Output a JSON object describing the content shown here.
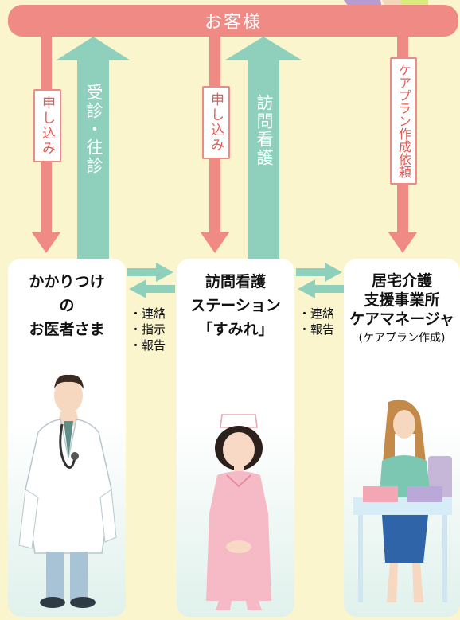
{
  "banner": {
    "label": "お客様"
  },
  "arrows": {
    "apply_left": "申し込み",
    "visit_doctor": "受診・往診",
    "apply_middle": "申し込み",
    "home_nursing": "訪問看護",
    "care_plan_request": "ケアプラン作成依頼"
  },
  "cards": {
    "doctor": {
      "lines": [
        "かかりつけ",
        "の",
        "お医者さま"
      ]
    },
    "station": {
      "lines": [
        "訪問看護",
        "ステーション",
        "「すみれ」"
      ]
    },
    "care_manager": {
      "lines": [
        "居宅介護",
        "支援事業所",
        "ケアマネージャ"
      ],
      "sub": "(ケアプラン作成)"
    }
  },
  "exchange_left": {
    "items": [
      "・連絡",
      "・指示",
      "・報告"
    ]
  },
  "exchange_right": {
    "items": [
      "・連絡",
      "・報告"
    ]
  },
  "colors": {
    "banner": "#f08a84",
    "pink_arrow": "#f08a84",
    "green_arrow": "#8fd0bd",
    "background": "#fbf5cd"
  }
}
